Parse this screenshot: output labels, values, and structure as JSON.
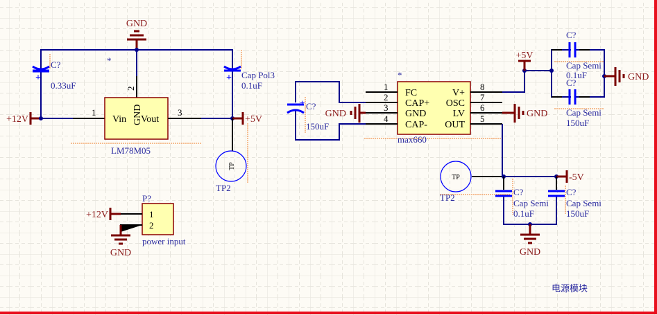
{
  "sheet_title": "电源模块",
  "regulator": {
    "designator": "*",
    "part": "LM78M05",
    "pins": {
      "vin": "Vin",
      "gnd": "GND",
      "vout": "Vout",
      "pin1": "1",
      "pin2": "2",
      "pin3": "3"
    },
    "input_net": "+12V",
    "output_net": "+5V",
    "gnd_net": "GND",
    "cin": {
      "designator": "C?",
      "value": "0.33uF"
    },
    "cout": {
      "designator": "Cap Pol3",
      "value": "0.1uF"
    },
    "testpoint": {
      "label": "TP",
      "designator": "TP2"
    }
  },
  "connector": {
    "designator": "P?",
    "name": "power input",
    "pin1": "1",
    "pin2": "2",
    "net1": "+12V",
    "net2": "GND"
  },
  "inverter": {
    "designator": "*",
    "part": "max660",
    "left_pins": [
      {
        "num": "1",
        "name": "FC"
      },
      {
        "num": "2",
        "name": "CAP+"
      },
      {
        "num": "3",
        "name": "GND"
      },
      {
        "num": "4",
        "name": "CAP-"
      }
    ],
    "right_pins": [
      {
        "num": "8",
        "name": "V+"
      },
      {
        "num": "7",
        "name": "OSC"
      },
      {
        "num": "6",
        "name": "LV"
      },
      {
        "num": "5",
        "name": "OUT"
      }
    ],
    "flying_cap": {
      "designator": "C?",
      "value": "150uF"
    },
    "gnd_left": "GND",
    "gnd_lv": "GND",
    "vplus_net": "+5V",
    "in_cap1": {
      "designator": "C?",
      "name": "Cap Semi",
      "value": "0.1uF"
    },
    "in_cap2": {
      "designator": "C?",
      "name": "Cap Semi",
      "value": "150uF"
    },
    "in_gnd": "GND",
    "output_net": "-5V",
    "out_cap1": {
      "designator": "C?",
      "name": "Cap Semi",
      "value": "0.1uF"
    },
    "out_cap2": {
      "designator": "C?",
      "name": "Cap Semi",
      "value": "150uF"
    },
    "out_gnd": "GND",
    "testpoint": {
      "label": "TP",
      "designator": "TP2"
    }
  },
  "colors": {
    "border": "#e8101e",
    "wire": "#00008b",
    "power": "#7a0000",
    "component_fill": "#ffffb0"
  }
}
